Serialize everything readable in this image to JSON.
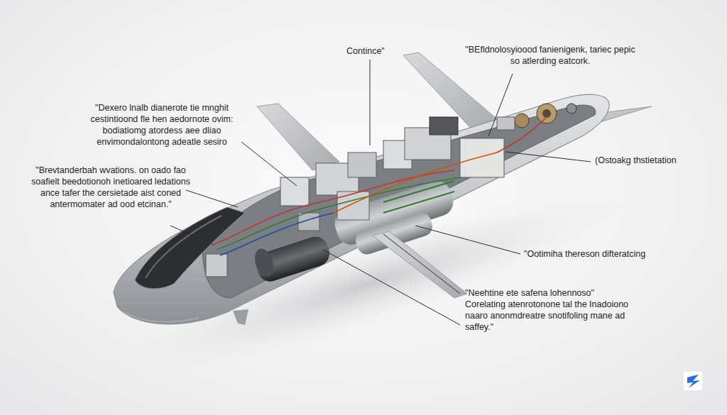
{
  "diagram": {
    "labels": [
      "Contince\"",
      "\"BEfldnolosyioood fanienigenk, tariec pepic so atlerding eatcork.",
      "\"Dexero lnalb dianerote tie mnghit cestintioond fle hen aedornote ovim: bodiatiomg atordess aee dliao envimondalontong adeatle sesiro",
      "\"Brevtanderbah wvations. on oado fao soafielt beedotionoh inetioared ledations ance tafer the cersietade aist coned antermomater ad ood etcinan.\"",
      "(Ostoakg thstietation",
      "\"Ootimiha thereson difteratcing",
      "\"Neehtine ete safena lohennoso\" Corelating atenrotonone tal the Inadoiono naaro anonmdreatre snotifoling mane ad saffey.\""
    ]
  }
}
